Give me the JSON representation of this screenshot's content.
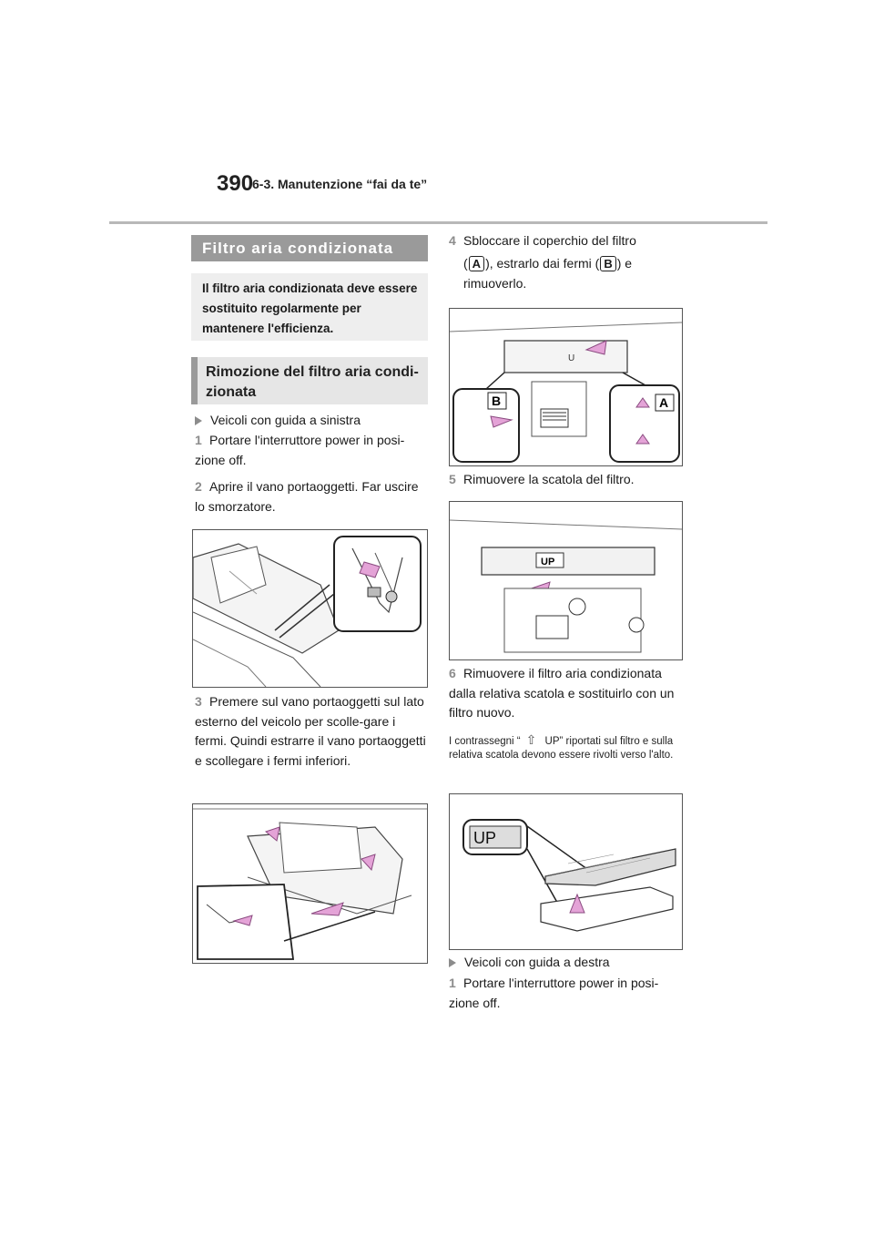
{
  "header": {
    "page_number": "390",
    "section": "6-3. Manutenzione “fai da te”"
  },
  "left": {
    "heading_main": "Filtro aria condizionata",
    "intro": "Il filtro aria condizionata deve essere sostituito regolarmente per mantenere l'efficienza.",
    "heading_sub": "Rimozione del filtro aria condi-zionata",
    "bullet_lhd": "Veicoli con guida a sinistra",
    "steps": [
      {
        "n": "1",
        "text": "Portare l'interruttore power in posi-zione off."
      },
      {
        "n": "2",
        "text": "Aprire il vano portaoggetti. Far uscire lo smorzatore."
      },
      {
        "n": "3",
        "text": "Premere sul vano portaoggetti sul lato esterno del veicolo per scolle-gare i fermi. Quindi estrarre il vano portaoggetti e scollegare i fermi inferiori."
      }
    ]
  },
  "right": {
    "step4": {
      "n": "4",
      "pre": "Sbloccare il coperchio del filtro",
      "mid1": "), estrarlo dai fermi (",
      "end": ") e rimuoverlo.",
      "open": "("
    },
    "step5": {
      "n": "5",
      "text": "Rimuovere la scatola del filtro."
    },
    "step6": {
      "n": "6",
      "text": "Rimuovere il filtro aria condizionata dalla relativa scatola e sostituirlo con un filtro nuovo."
    },
    "note_pre": "I contrassegni “",
    "note_post": " UP” riportati sul filtro e sulla relativa scatola devono essere rivolti verso l'alto.",
    "bullet_rhd": "Veicoli con guida a destra",
    "step1_rhd": {
      "n": "1",
      "text": "Portare l'interruttore power in posi-zione off."
    }
  },
  "figures": {
    "label_a": "A",
    "label_b": "B",
    "up_label": "UP",
    "up_label_small": "U"
  },
  "colors": {
    "heading_bar": "#9a9a9a",
    "step_number": "#8c8c8c",
    "arrow_pink": "#e4a3d7"
  }
}
